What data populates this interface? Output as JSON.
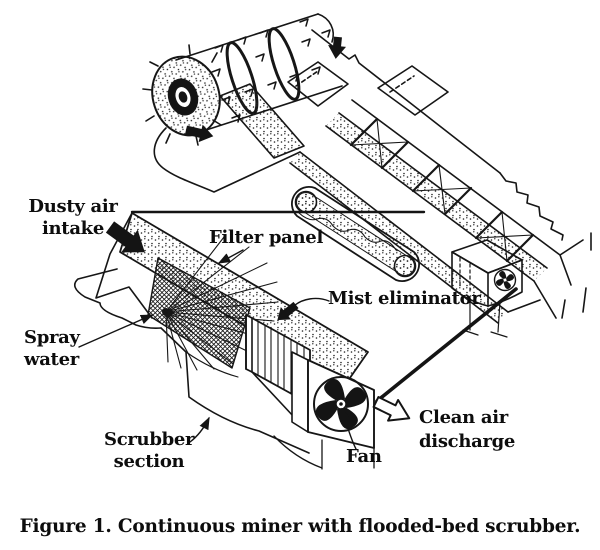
{
  "figure_caption": "Figure 1. Continuous miner with flooded-bed scrubber.",
  "labels": {
    "dusty_air_intake": "Dusty air\nintake",
    "filter_panel": "Filter panel",
    "spray_water": "Spray\nwater",
    "mist_eliminator": "Mist eliminator",
    "scrubber_section": "Scrubber\nsection",
    "fan": "Fan",
    "clean_air_discharge": "Clean air\ndischarge"
  },
  "annotation_icons": {
    "dusty_air_arrow": "solid-block-arrow",
    "clean_air_arrow": "outline-block-arrow",
    "top_inlet_arrow": "small-solid-down-arrow",
    "boom_inlet_arrow": "small-solid-right-arrow",
    "mist_inlet_arrow": "small-solid-left-down-arrow"
  },
  "colors": {
    "ink": "#141414",
    "paper": "#ffffff"
  }
}
